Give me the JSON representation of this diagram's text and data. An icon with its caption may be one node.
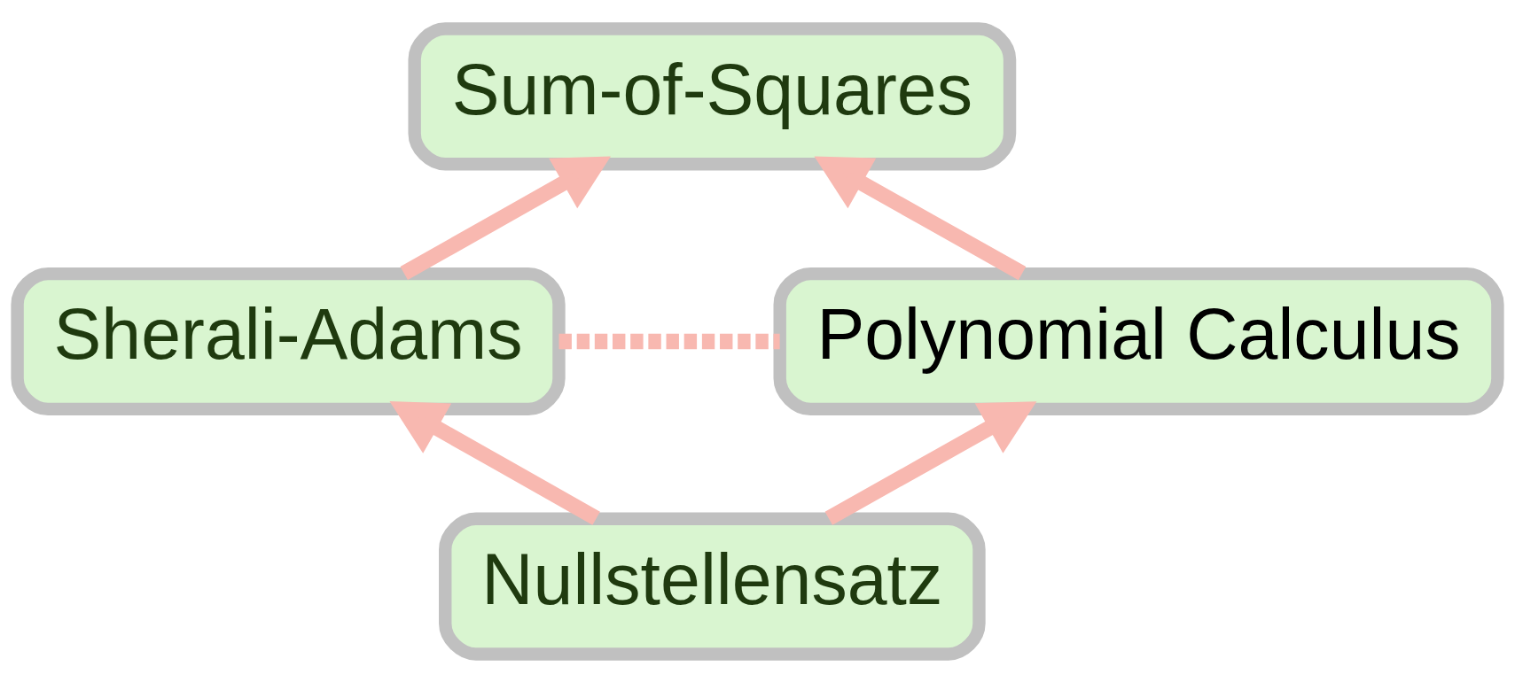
{
  "diagram": {
    "nodes": [
      {
        "text": [
          "Sum-of-Squares"
        ]
      },
      {
        "text": [
          "Sherali-Adams"
        ]
      },
      {
        "text": [
          "Polynomial Calculus"
        ]
      },
      {
        "text": [
          "Nullstellensatz"
        ]
      }
    ],
    "edges": [
      {
        "from": 1,
        "to": 0,
        "arrow": "to"
      },
      {
        "from": 2,
        "to": 0,
        "arrow": "to"
      },
      {
        "from": 1,
        "to": 2,
        "arrow": "none",
        "style": "dashed"
      },
      {
        "from": 3,
        "to": 1,
        "arrow": "to"
      },
      {
        "from": 3,
        "to": 2,
        "arrow": "to"
      }
    ]
  }
}
